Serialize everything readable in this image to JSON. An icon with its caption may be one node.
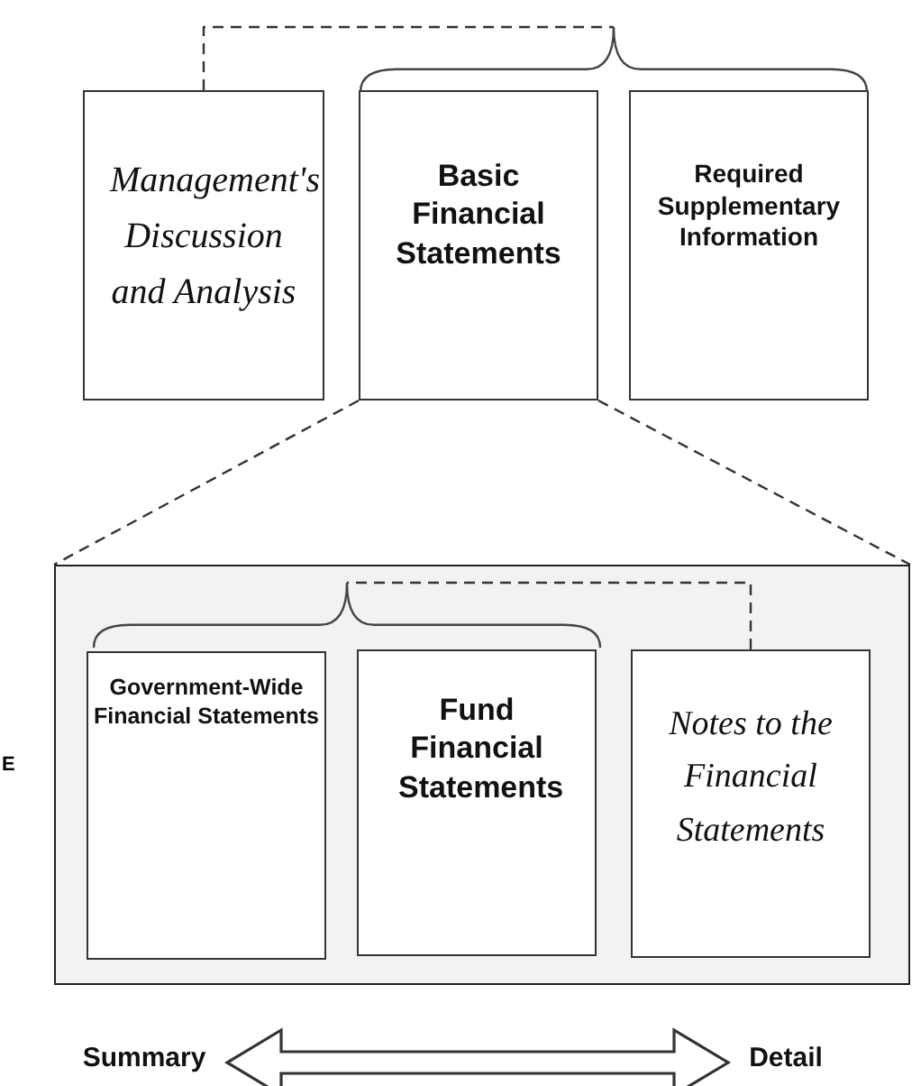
{
  "diagram": {
    "nodes": [
      {
        "text": [
          "Management's Discussion and Analysis"
        ]
      },
      {
        "text": [
          "Basic Financial Statements"
        ]
      },
      {
        "text": [
          "Required Supplementary Information"
        ]
      },
      {
        "text": [],
        "shape": "box"
      },
      {
        "text": [
          "Government-Wide Financial Statements"
        ],
        "in": 3
      },
      {
        "text": [
          "Fund Financial Statements"
        ],
        "in": 3
      },
      {
        "text": [
          "Notes to the Financial Statements"
        ],
        "in": 3
      },
      {
        "text": [
          "Summary"
        ]
      },
      {
        "text": [
          "Detail"
        ]
      },
      {
        "text": [],
        "shape": "brace"
      },
      {
        "text": [],
        "shape": "brace",
        "in": 3
      }
    ],
    "edges": [
      {
        "from": 0,
        "to": 9,
        "arrow": "none",
        "style": "dashed"
      },
      {
        "from": 1,
        "to": 3,
        "arrow": "none",
        "style": "dashed"
      },
      {
        "from": 1,
        "to": 3,
        "arrow": "none",
        "style": "dashed"
      },
      {
        "from": 6,
        "to": 10,
        "arrow": "none",
        "style": "dashed"
      },
      {
        "from": 7,
        "to": 8,
        "arrow": "both",
        "style": "thick"
      }
    ],
    "labels": [
      "E"
    ]
  }
}
